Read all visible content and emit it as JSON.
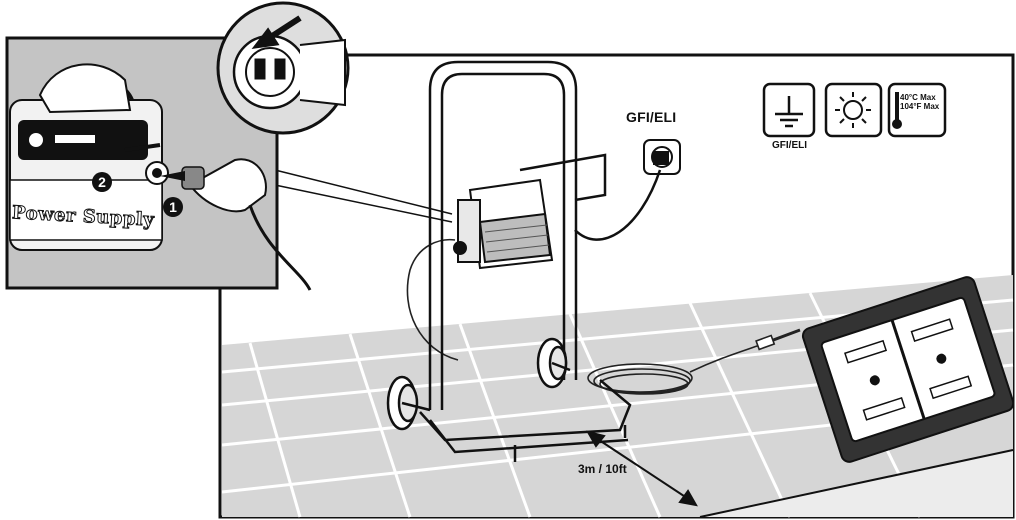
{
  "labels": {
    "gfi_eli": "GFI/ELI",
    "gfi_eli_icon": "GFI/ELI",
    "temp_max_c": "40°C Max",
    "temp_max_f": "104°F Max",
    "distance": "3m / 10ft",
    "power_supply": "Power Supply"
  },
  "steps": {
    "one": "1",
    "two": "2"
  },
  "icons": [
    "ground-icon",
    "sun-icon",
    "thermometer-icon"
  ],
  "colors": {
    "line": "#1a1a1a",
    "floor": "#d9d9d9",
    "inset_bg": "#c8c8c8",
    "grout": "#ffffff"
  }
}
